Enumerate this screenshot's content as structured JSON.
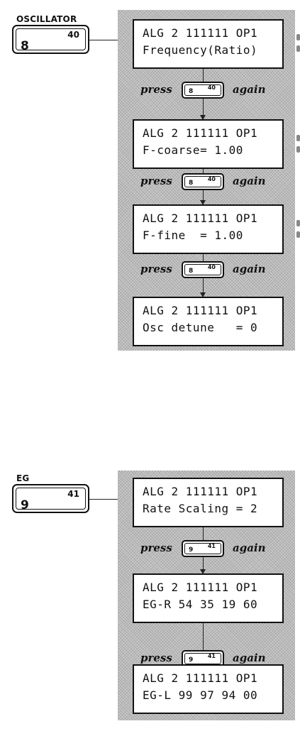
{
  "oscillator": {
    "label": "OSCILLATOR",
    "key": {
      "number": "8",
      "code": "40"
    },
    "press_label": "press",
    "again_label": "again",
    "screens": [
      {
        "line1": "ALG 2 111111 OP1",
        "line2": "Frequency(Ratio)"
      },
      {
        "line1": "ALG 2 111111 OP1",
        "line2": "F-coarse= 1.00"
      },
      {
        "line1": "ALG 2 111111 OP1",
        "line2": "F-fine  = 1.00"
      },
      {
        "line1": "ALG 2 111111 OP1",
        "line2": "Osc detune   = 0"
      }
    ]
  },
  "eg": {
    "label": "EG",
    "key": {
      "number": "9",
      "code": "41"
    },
    "press_label": "press",
    "again_label": "again",
    "screens": [
      {
        "line1": "ALG 2 111111 OP1",
        "line2": "Rate Scaling = 2"
      },
      {
        "line1": "ALG 2 111111 OP1",
        "line2": "EG-R 54 35 19 60"
      },
      {
        "line1": "ALG 2 111111 OP1",
        "line2": "EG-L 99 97 94 00"
      }
    ]
  }
}
